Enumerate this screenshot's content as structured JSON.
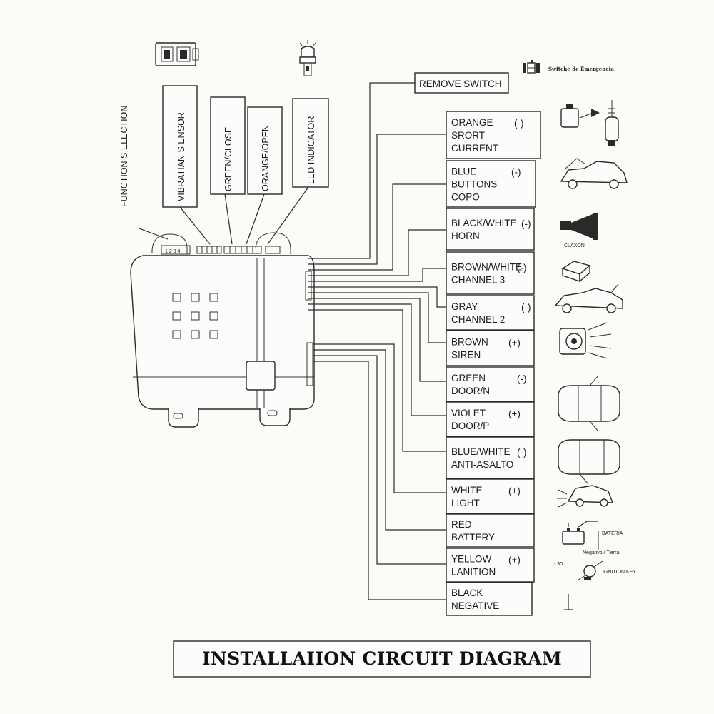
{
  "title": "INSTALLAIION CIRCUIT DIAGRAM",
  "vertical_labels": {
    "function_selection": "FUNCTION S ELECTION",
    "vibration_sensor": "VIBRATIAN S ENSOR",
    "green_close": "GREEN/CLOSE",
    "orange_open": "ORANGE/OPEN",
    "led_indicator": "LED INDICATOR"
  },
  "remove_switch": "REMOVE SWITCH",
  "emergency_switch": "Switche de Emergencia",
  "connector_marks": "1 2 3 4",
  "wires": [
    {
      "lines": [
        "ORANGE",
        "SRORT",
        "CURRENT"
      ],
      "polarity": "(-)"
    },
    {
      "lines": [
        "BLUE",
        "BUTTONS",
        "COPO"
      ],
      "polarity": "(-)"
    },
    {
      "lines": [
        "BLACK/WHITE",
        "HORN"
      ],
      "polarity": "(-)"
    },
    {
      "lines": [
        "BROWN/WHITE",
        "CHANNEL 3"
      ],
      "polarity": "(-)"
    },
    {
      "lines": [
        "GRAY",
        "CHANNEL 2"
      ],
      "polarity": "(-)"
    },
    {
      "lines": [
        "BROWN",
        "SIREN"
      ],
      "polarity": "(+)"
    },
    {
      "lines": [
        "GREEN",
        "DOOR/N"
      ],
      "polarity": "(-)"
    },
    {
      "lines": [
        "VIOLET",
        "DOOR/P"
      ],
      "polarity": "(+)"
    },
    {
      "lines": [
        "BLUE/WHITE",
        "ANTI-ASALTO"
      ],
      "polarity": "(-)"
    },
    {
      "lines": [
        "WHITE",
        "LIGHT"
      ],
      "polarity": "(+)"
    },
    {
      "lines": [
        "RED",
        "BATTERY"
      ],
      "polarity": ""
    },
    {
      "lines": [
        "YELLOW",
        "LANITION"
      ],
      "polarity": "(+)"
    },
    {
      "lines": [
        "BLACK",
        "NEGATIVE"
      ],
      "polarity": ""
    }
  ],
  "icon_labels": {
    "claxon": "CLAXON",
    "bateria": "BATERIA",
    "negativo": "Negativo / Tierra",
    "ignition_minus": "- 30",
    "ignition_key": "IGNITION KEY"
  }
}
